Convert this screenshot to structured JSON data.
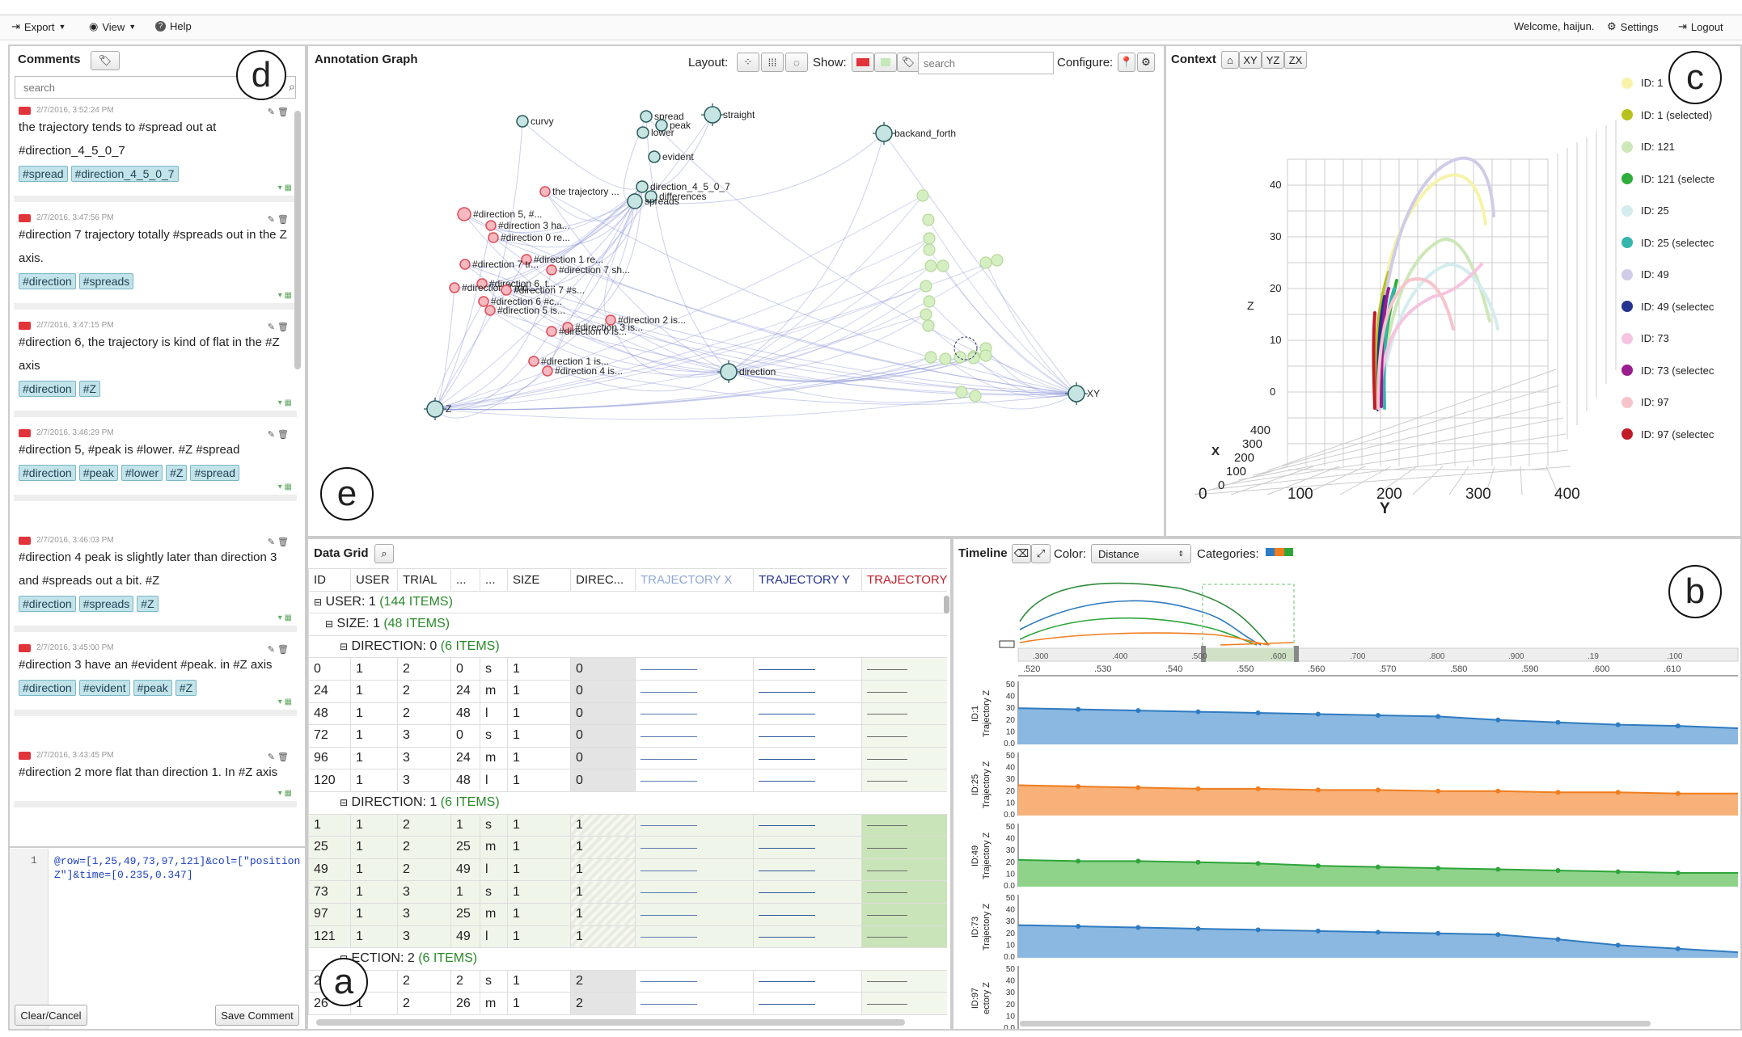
{
  "topbar": {
    "export": "Export",
    "view": "View",
    "help": "Help",
    "welcome": "Welcome, haijun.",
    "settings": "Settings",
    "logout": "Logout"
  },
  "comments": {
    "title": "Comments",
    "search_placeholder": "search",
    "items": [
      {
        "date": "2/7/2016, 3:52:24 PM",
        "text": "the trajectory tends to #spread out at #direction_4_5_0_7",
        "tags": [
          "#spread",
          "#direction_4_5_0_7"
        ]
      },
      {
        "date": "2/7/2016, 3:47:56 PM",
        "text": "#direction 7 trajectory totally #spreads out in the Z axis.",
        "tags": [
          "#direction",
          "#spreads"
        ]
      },
      {
        "date": "2/7/2016, 3:47:15 PM",
        "text": "#direction 6, the trajectory is kind of flat in the #Z axis",
        "tags": [
          "#direction",
          "#Z"
        ]
      },
      {
        "date": "2/7/2016, 3:46:29 PM",
        "text": "#direction 5, #peak is #lower. #Z #spread",
        "tags": [
          "#direction",
          "#peak",
          "#lower",
          "#Z",
          "#spread"
        ]
      },
      {
        "date": "2/7/2016, 3:46:03 PM",
        "text": "#direction 4 peak is slightly later than direction 3 and #spreads out a bit. #Z",
        "tags": [
          "#direction",
          "#spreads",
          "#Z"
        ]
      },
      {
        "date": "2/7/2016, 3:45:00 PM",
        "text": "#direction 3 have an #evident #peak. in #Z axis",
        "tags": [
          "#direction",
          "#evident",
          "#peak",
          "#Z"
        ]
      },
      {
        "date": "2/7/2016, 3:43:45 PM",
        "text": "#direction 2 more flat than direction 1. In #Z axis",
        "tags": []
      }
    ],
    "editor_line": "1",
    "editor_text": "@row=[1,25,49,73,97,121]&col=[\"positionZ\"]&time=[0.235,0.347]",
    "clear": "Clear/Cancel",
    "save": "Save Comment"
  },
  "graph": {
    "title": "Annotation Graph",
    "layout": "Layout:",
    "show": "Show:",
    "search_placeholder": "search",
    "configure": "Configure:",
    "nodes": [
      "curvy",
      "spread",
      "straight",
      "peak",
      "lower",
      "evident",
      "backand_forth",
      "the trajectory ...",
      "direction_4_5_0_7",
      "differences",
      "spreads",
      "#direction 5, #...",
      "#direction 3 ha...",
      "#direction 0 re...",
      "#direction 1 re...",
      "#direction 7 tr...",
      "#direction 7 sh...",
      "#direction 6, t...",
      "#direction 2 mo...",
      "#direction 7 #s...",
      "#direction 6 #c...",
      "#direction 5 is...",
      "#direction 3 is...",
      "#direction 2 is...",
      "#direction 0 is...",
      "#direction 1 is...",
      "#direction 4 is...",
      "direction",
      "Z",
      "XY"
    ]
  },
  "context": {
    "title": "Context",
    "tabs": [
      "XY",
      "YZ",
      "ZX"
    ],
    "legend": [
      {
        "label": "ID: 1",
        "color": "#f7f3a8"
      },
      {
        "label": "ID: 1 (selected)",
        "color": "#b8c21e"
      },
      {
        "label": "ID: 121",
        "color": "#cde8b8"
      },
      {
        "label": "ID: 121 (selecte",
        "color": "#2fae3c"
      },
      {
        "label": "ID: 25",
        "color": "#d4ecee"
      },
      {
        "label": "ID: 25 (selectec",
        "color": "#35b6ad"
      },
      {
        "label": "ID: 49",
        "color": "#cfcbe8"
      },
      {
        "label": "ID: 49 (selectec",
        "color": "#26348f"
      },
      {
        "label": "ID: 73",
        "color": "#f6c3e0"
      },
      {
        "label": "ID: 73 (selectec",
        "color": "#9a1e8f"
      },
      {
        "label": "ID: 97",
        "color": "#f7c4cb"
      },
      {
        "label": "ID: 97 (selectec",
        "color": "#c11b28"
      }
    ],
    "z_ticks": [
      "40",
      "30",
      "20",
      "10",
      "0"
    ],
    "z_label": "Z",
    "x_ticks": [
      "400",
      "300",
      "200",
      "100",
      "0"
    ],
    "x_label": "X",
    "y_ticks": [
      "0",
      "100",
      "200",
      "300",
      "400"
    ],
    "y_label": "Y"
  },
  "datagrid": {
    "title": "Data Grid",
    "headers": [
      "ID",
      "USER",
      "TRIAL",
      "...",
      "...",
      "SIZE",
      "DIREC...",
      "TRAJECTORY X",
      "TRAJECTORY Y",
      "TRAJECTORY"
    ],
    "groups": {
      "user": "USER: 1",
      "user_count": "(144 ITEMS)",
      "size": "SIZE: 1",
      "size_count": "(48 ITEMS)",
      "dir0": "DIRECTION: 0",
      "dir0_count": "(6 ITEMS)",
      "dir1": "DIRECTION: 1",
      "dir1_count": "(6 ITEMS)",
      "dir2": "ECTION: 2",
      "dir2_count": "(6 ITEMS)"
    },
    "rows0": [
      [
        "0",
        "1",
        "2",
        "0",
        "s",
        "1",
        "0"
      ],
      [
        "24",
        "1",
        "2",
        "24",
        "m",
        "1",
        "0"
      ],
      [
        "48",
        "1",
        "2",
        "48",
        "l",
        "1",
        "0"
      ],
      [
        "72",
        "1",
        "3",
        "0",
        "s",
        "1",
        "0"
      ],
      [
        "96",
        "1",
        "3",
        "24",
        "m",
        "1",
        "0"
      ],
      [
        "120",
        "1",
        "3",
        "48",
        "l",
        "1",
        "0"
      ]
    ],
    "rows1": [
      [
        "1",
        "1",
        "2",
        "1",
        "s",
        "1",
        "1"
      ],
      [
        "25",
        "1",
        "2",
        "25",
        "m",
        "1",
        "1"
      ],
      [
        "49",
        "1",
        "2",
        "49",
        "l",
        "1",
        "1"
      ],
      [
        "73",
        "1",
        "3",
        "1",
        "s",
        "1",
        "1"
      ],
      [
        "97",
        "1",
        "3",
        "25",
        "m",
        "1",
        "1"
      ],
      [
        "121",
        "1",
        "3",
        "49",
        "l",
        "1",
        "1"
      ]
    ],
    "rows2": [
      [
        "2",
        "1",
        "2",
        "2",
        "s",
        "1",
        "2"
      ],
      [
        "26",
        "1",
        "2",
        "26",
        "m",
        "1",
        "2"
      ]
    ]
  },
  "timeline": {
    "title": "Timeline",
    "color_label": "Color:",
    "color_value": "Distance",
    "categories": "Categories:",
    "overview_ticks": [
      ".300",
      ".400",
      ".500",
      ".600",
      ".700",
      ".800",
      ".900",
      ".19",
      ".100"
    ],
    "detail_ticks": [
      ".520",
      ".530",
      ".540",
      ".550",
      ".560",
      ".570",
      ".580",
      ".590",
      ".600",
      ".610"
    ],
    "y_ticks": [
      "50",
      "40",
      "30",
      "20",
      "10",
      "0.0"
    ],
    "charts": [
      {
        "id": "ID:1",
        "label": "Trajectory Z",
        "color": "#2f7bc1",
        "fill": "#8ab8e0"
      },
      {
        "id": "ID:25",
        "label": "Trajectory Z",
        "color": "#f07d1e",
        "fill": "#f7b179"
      },
      {
        "id": "ID:49",
        "label": "Trajectory Z",
        "color": "#2ea53a",
        "fill": "#8fd38b"
      },
      {
        "id": "ID:73",
        "label": "Trajectory Z",
        "color": "#2f7bc1",
        "fill": "#8ab8e0"
      },
      {
        "id": "ID:97",
        "label": "ectory Z",
        "color": "#2f7bc1",
        "fill": "#8ab8e0"
      }
    ]
  },
  "markers": {
    "a": "a",
    "b": "b",
    "c": "c",
    "d": "d",
    "e": "e"
  }
}
